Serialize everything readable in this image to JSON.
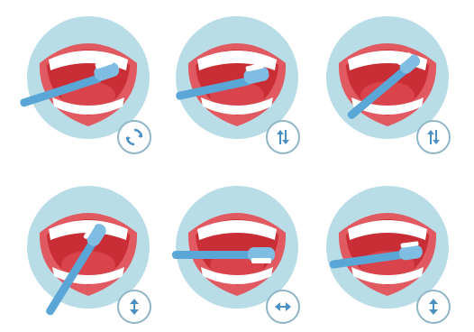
{
  "colors": {
    "background_circle": "#b9dde6",
    "gum": "#ec6b72",
    "lip_outer": "#e25a61",
    "tongue": "#d9434b",
    "mouth_dark": "#c92d35",
    "tooth": "#ffffff",
    "brush_handle": "#5aa6d6",
    "brush_head": "#7fbde3",
    "bristles": "#ffffff",
    "motion_icon": "#4a90c4"
  },
  "steps": [
    {
      "motion": "circular",
      "icon": "circular-arrows-icon"
    },
    {
      "motion": "vertical",
      "icon": "up-down-arrows-icon"
    },
    {
      "motion": "vertical",
      "icon": "up-down-arrows-icon"
    },
    {
      "motion": "vertical",
      "icon": "vertical-double-arrow-icon"
    },
    {
      "motion": "horizontal",
      "icon": "horizontal-double-arrow-icon"
    },
    {
      "motion": "vertical",
      "icon": "vertical-double-arrow-icon"
    }
  ]
}
